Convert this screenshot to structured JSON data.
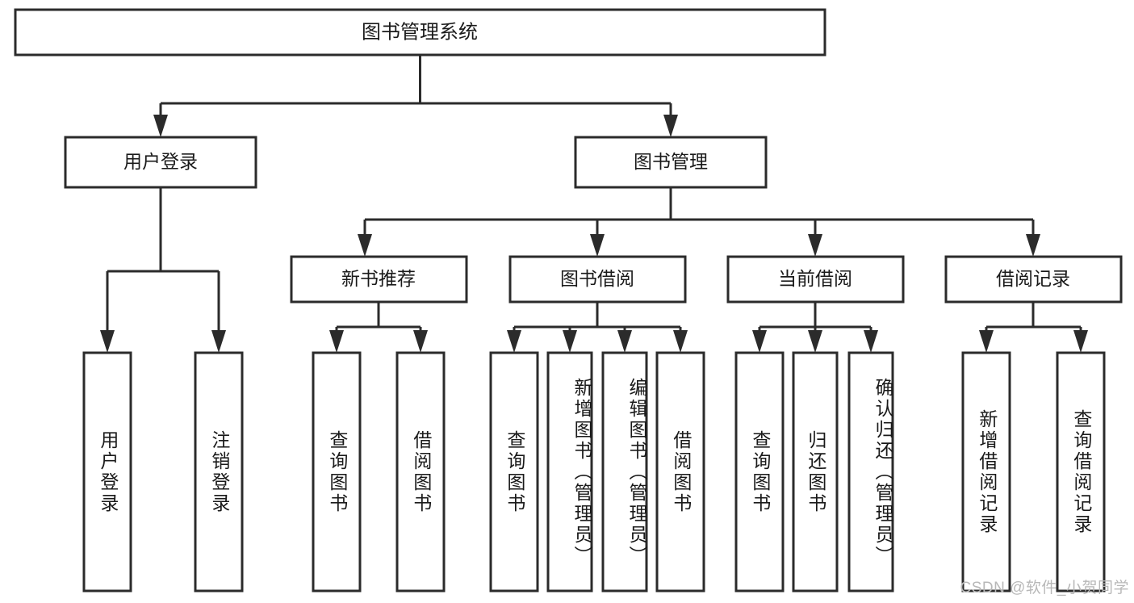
{
  "diagram": {
    "type": "tree-hierarchy-chart",
    "title": "图书管理系统",
    "root": {
      "id": "root",
      "label": "图书管理系统"
    },
    "level2": [
      {
        "id": "user-login",
        "label": "用户登录"
      },
      {
        "id": "book-management",
        "label": "图书管理"
      }
    ],
    "level3": [
      {
        "id": "new-book-recommend",
        "label": "新书推荐",
        "parent": "book-management"
      },
      {
        "id": "book-borrow",
        "label": "图书借阅",
        "parent": "book-management"
      },
      {
        "id": "current-borrow",
        "label": "当前借阅",
        "parent": "book-management"
      },
      {
        "id": "borrow-record",
        "label": "借阅记录",
        "parent": "book-management"
      }
    ],
    "leaves": {
      "user_login": [
        {
          "id": "leaf-user-login",
          "label": "用户登录"
        },
        {
          "id": "leaf-logout-login",
          "label": "注销登录"
        }
      ],
      "new_book_recommend": [
        {
          "id": "leaf-query-book-1",
          "label": "查询图书"
        },
        {
          "id": "leaf-borrow-book-1",
          "label": "借阅图书"
        }
      ],
      "book_borrow": [
        {
          "id": "leaf-query-book-2",
          "label": "查询图书"
        },
        {
          "id": "leaf-add-book",
          "label": "新增图书（管理员）"
        },
        {
          "id": "leaf-edit-book",
          "label": "编辑图书（管理员）"
        },
        {
          "id": "leaf-borrow-book-2",
          "label": "借阅图书"
        }
      ],
      "current_borrow": [
        {
          "id": "leaf-query-book-3",
          "label": "查询图书"
        },
        {
          "id": "leaf-return-book",
          "label": "归还图书"
        },
        {
          "id": "leaf-confirm-return",
          "label": "确认归还（管理员）"
        }
      ],
      "borrow_record": [
        {
          "id": "leaf-add-record",
          "label": "新增借阅记录"
        },
        {
          "id": "leaf-query-record",
          "label": "查询借阅记录"
        }
      ]
    }
  },
  "watermark": {
    "text": "CSDN @软件_小贺同学"
  },
  "colors": {
    "stroke": "#2b2b2b",
    "fill": "#ffffff",
    "text": "#1a1a1a",
    "watermark": "#b8b8b8"
  }
}
